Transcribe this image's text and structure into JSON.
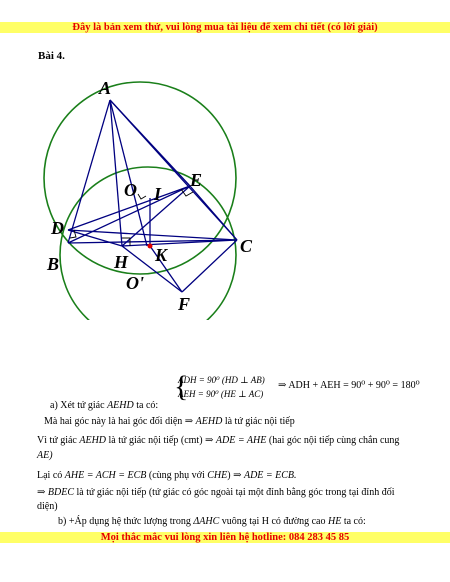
{
  "banner_top": "Đây là bản xem thử, vui lòng mua tài liệu để xem chi tiết (có lời giải)",
  "section_title": "Bài 4.",
  "figure": {
    "label_A": "A",
    "label_B": "B",
    "label_C": "C",
    "label_D": "D",
    "label_E": "E",
    "label_F": "F",
    "label_H": "H",
    "label_K": "K",
    "label_I": "I",
    "label_O": "O",
    "label_O2": "O'",
    "circle_color": "#1a7f1a",
    "line_color": "#000080",
    "point_color": "#e00000"
  },
  "solution": {
    "a_prefix": "a)  Xét tứ giác",
    "a_quad": "AEHD",
    "a_taco": "ta có:",
    "sys1": "ADH = 90⁰ (HD ⊥ AB)",
    "sys2": "AEH = 90⁰ (HE ⊥ AC)",
    "sys_result": "⇒ ADH + AEH = 90⁰ + 90⁰ = 180⁰",
    "line2_a": "Mà hai góc này là hai góc đối diện ⇒",
    "line2_b": "AEHD",
    "line2_c": "là tứ giác nội tiếp",
    "line3_a": "Vì tứ giác",
    "line3_b": "AEHD",
    "line3_c": "là tứ giác nội tiếp (cmt) ⇒",
    "line3_d": "ADE = AHE",
    "line3_e": "(hai góc nội tiếp cùng chắn cung",
    "line4": "AE)",
    "line5_a": "Lại có",
    "line5_b": "AHE = ACH = ECB",
    "line5_c": "(cùng phụ với",
    "line5_d": "CHE",
    "line5_e": ") ⇒",
    "line5_f": "ADE = ECB.",
    "line6_a": "⇒",
    "line6_b": "BDEC",
    "line6_c": "là tứ giác nội tiếp (tứ giác có góc ngoài tại một đỉnh bằng góc trong tại đỉnh đối",
    "line7": "diện)",
    "line8_a": "b)  +Áp dụng hệ thức lượng trong",
    "line8_b": "ΔAHC",
    "line8_c": "vuông tại H có đường cao",
    "line8_d": "HE",
    "line8_e": "ta có:"
  },
  "banner_bottom": "Mọi thắc mắc vui lòng xin liên hệ hotline: 084 283 45 85"
}
